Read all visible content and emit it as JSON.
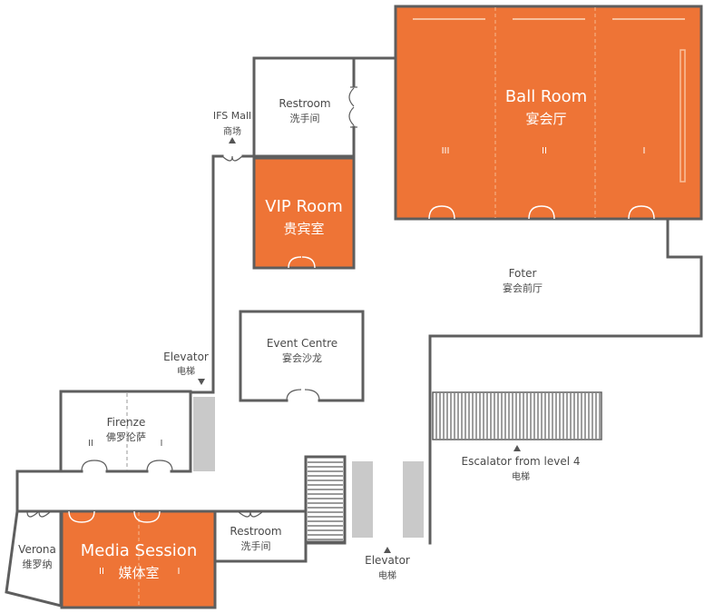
{
  "rooms": {
    "ballroom": {
      "en": "Ball Room",
      "cn": "宴会厅",
      "sections": [
        "III",
        "II",
        "I"
      ]
    },
    "vip": {
      "en": "VIP Room",
      "cn": "贵宾室"
    },
    "restroom_top": {
      "en": "Restroom",
      "cn": "洗手间"
    },
    "ifs_mall": {
      "en": "IFS Mall",
      "cn": "商场"
    },
    "foyer": {
      "en": "Foter",
      "cn": "宴会前厅"
    },
    "event_centre": {
      "en": "Event Centre",
      "cn": "宴会沙龙"
    },
    "elevator_left": {
      "en": "Elevator",
      "cn": "电梯"
    },
    "firenze": {
      "en": "Firenze",
      "cn": "佛罗伦萨",
      "sections": [
        "II",
        "I"
      ]
    },
    "escalator": {
      "en": "Escalator from level 4",
      "cn": "电梯"
    },
    "media_session": {
      "en": "Media Session",
      "cn": "媒体室",
      "sections": [
        "II",
        "I"
      ]
    },
    "verona": {
      "en": "Verona",
      "cn": "维罗纳"
    },
    "restroom_bottom": {
      "en": "Restroom",
      "cn": "洗手间"
    },
    "elevator_bottom": {
      "en": "Elevator",
      "cn": "电梯"
    }
  },
  "colors": {
    "room_fill": "#ee7436",
    "wall": "#5e5e5e",
    "elevator": "#c9c9c9",
    "text": "#4a4a4a"
  }
}
